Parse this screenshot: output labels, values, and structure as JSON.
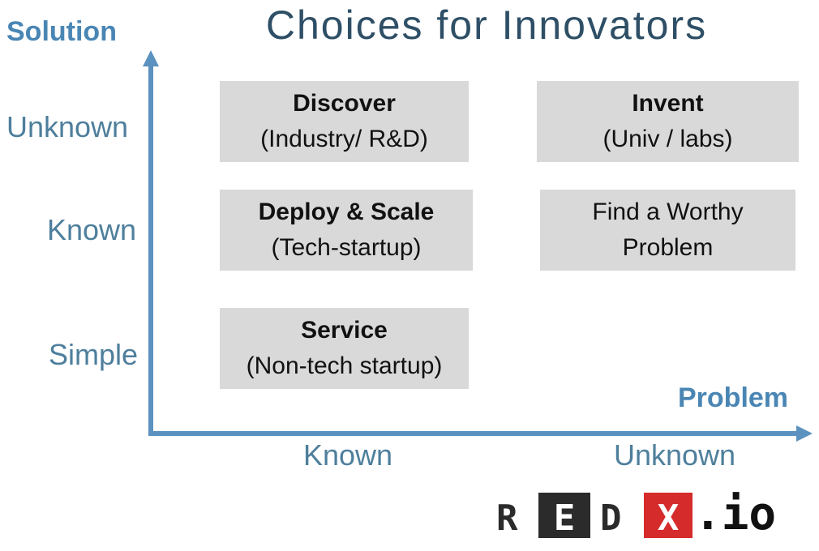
{
  "title": "Choices for Innovators",
  "y_axis": {
    "title": "Solution",
    "levels": [
      "Unknown",
      "Known",
      "Simple"
    ]
  },
  "x_axis": {
    "title": "Problem",
    "levels": [
      "Known",
      "Unknown"
    ]
  },
  "boxes": [
    {
      "bold": "Discover",
      "sub": "(Industry/ R&D)"
    },
    {
      "bold": "Invent",
      "sub": "(Univ / labs)"
    },
    {
      "bold": "Deploy & Scale",
      "sub": "(Tech-startup)"
    },
    {
      "line1": "Find a Worthy",
      "line2": "Problem"
    },
    {
      "bold": "Service",
      "sub": "(Non-tech startup)"
    }
  ],
  "logo": {
    "letters": [
      "R",
      "E",
      "D",
      "X"
    ],
    "suffix": ".io",
    "colors": {
      "dark": "#2b2b2b",
      "red": "#d62b2b",
      "white": "#ffffff"
    }
  },
  "colors": {
    "axis": "#5b92c0",
    "box": "#d9d9d9",
    "title": "#2e4f66"
  }
}
